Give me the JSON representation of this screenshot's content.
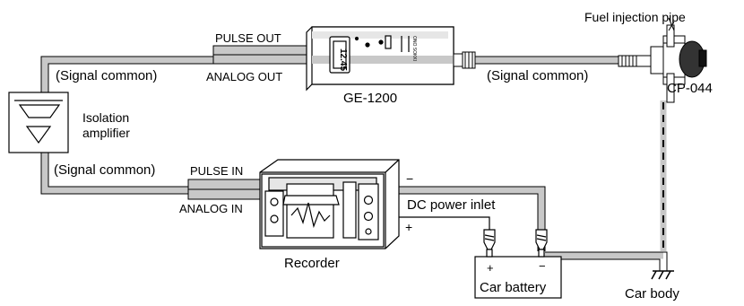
{
  "labels": {
    "fuel_injection_pipe": "Fuel injection pipe",
    "pulse_out": "PULSE OUT",
    "analog_out": "ANALOG OUT",
    "signal_common_top": "(Signal common)",
    "signal_common_right": "(Signal common)",
    "signal_common_mid": "(Signal common)",
    "ge_1200": "GE-1200",
    "cp_044": "CP-044",
    "isolation": "Isolation",
    "amplifier": "amplifier",
    "pulse_in": "PULSE IN",
    "analog_in": "ANALOG IN",
    "dc_power_inlet": "DC power inlet",
    "recorder": "Recorder",
    "car_battery": "Car battery",
    "car_body": "Car body",
    "plus_recorder": "+",
    "minus_recorder": "−",
    "plus_battery": "+",
    "minus_battery": "−",
    "display_readout": "12.45",
    "ge_small_text": "ONO SOKKI"
  },
  "colors": {
    "cable_gray": "#c8c8c8",
    "stroke": "#000000",
    "background": "#ffffff"
  }
}
